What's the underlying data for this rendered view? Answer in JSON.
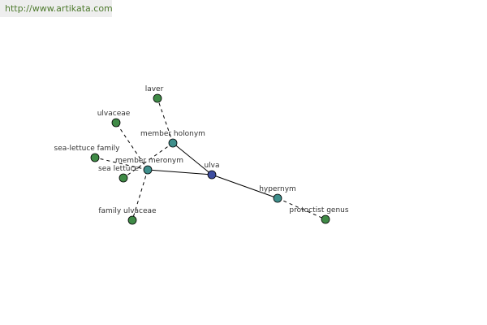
{
  "watermark": {
    "url": "http://www.artikata.com"
  },
  "colors": {
    "center": "#3e4ea0",
    "relation": "#3f8f8c",
    "leaf": "#3f8a46",
    "edge": "#000000",
    "label": "#333333"
  },
  "graph": {
    "nodes": [
      {
        "id": "ulva",
        "label": "ulva",
        "kind": "center"
      },
      {
        "id": "member-holonym",
        "label": "member holonym",
        "kind": "relation"
      },
      {
        "id": "member-meronym",
        "label": "member meronym",
        "kind": "relation"
      },
      {
        "id": "hypernym",
        "label": "hypernym",
        "kind": "relation"
      },
      {
        "id": "laver",
        "label": "laver",
        "kind": "leaf"
      },
      {
        "id": "ulvaceae",
        "label": "ulvaceae",
        "kind": "leaf"
      },
      {
        "id": "sea-lettuce-family",
        "label": "sea-lettuce family",
        "kind": "leaf"
      },
      {
        "id": "sea-lettuce",
        "label": "sea lettuce",
        "kind": "leaf"
      },
      {
        "id": "family-ulvaceae",
        "label": "family ulvaceae",
        "kind": "leaf"
      },
      {
        "id": "protoctist-genus",
        "label": "protoctist genus",
        "kind": "leaf"
      }
    ],
    "edges": [
      {
        "from": "ulva",
        "to": "member-holonym",
        "style": "solid"
      },
      {
        "from": "ulva",
        "to": "member-meronym",
        "style": "solid"
      },
      {
        "from": "ulva",
        "to": "hypernym",
        "style": "solid"
      },
      {
        "from": "member-holonym",
        "to": "laver",
        "style": "dashed"
      },
      {
        "from": "member-holonym",
        "to": "sea-lettuce",
        "style": "dashed"
      },
      {
        "from": "member-meronym",
        "to": "ulvaceae",
        "style": "dashed"
      },
      {
        "from": "member-meronym",
        "to": "sea-lettuce-family",
        "style": "dashed"
      },
      {
        "from": "member-meronym",
        "to": "family-ulvaceae",
        "style": "dashed"
      },
      {
        "from": "hypernym",
        "to": "protoctist-genus",
        "style": "dashed"
      }
    ]
  }
}
